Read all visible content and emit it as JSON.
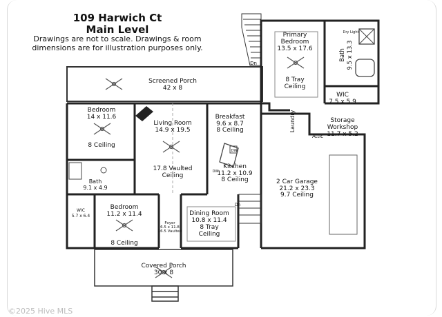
{
  "header": {
    "address": "109 Harwich Ct",
    "level": "Main Level",
    "disclaimer_line1": "Drawings are not to scale. Drawings & room",
    "disclaimer_line2": "dimensions are for illustration purposes only."
  },
  "rooms": {
    "primary_bedroom": {
      "name1": "Primary",
      "name2": "Bedroom",
      "dims": "13.5 x 17.6",
      "ceil1": "8 Tray",
      "ceil2": "Ceiling"
    },
    "bath_primary": {
      "name": "Bath",
      "dims": "9.5 x 13.3"
    },
    "wic_primary": {
      "name": "WIC",
      "dims": "7.5 x 5.9"
    },
    "screened_porch": {
      "name": "Screened Porch",
      "dims": "42 x 8"
    },
    "bedroom_left": {
      "name": "Bedroom",
      "dims": "14 x 11.6",
      "ceil": "8 Ceiling"
    },
    "living_room": {
      "name": "Living Room",
      "dims": "14.9 x 19.5",
      "ceil1": "17.8 Vaulted",
      "ceil2": "Ceiling"
    },
    "breakfast": {
      "name": "Breakfast",
      "dims": "9.6 x 8.7",
      "ceil": "8 Ceiling"
    },
    "laundry": {
      "name": "Laundry"
    },
    "storage_workshop": {
      "name1": "Storage",
      "name2": "Workshop",
      "dims": "11.7 x 5.2"
    },
    "attic": {
      "name": "Attic"
    },
    "kitchen": {
      "name": "Kitchen",
      "dims": "11.2 x 10.9",
      "ceil": "8 Ceiling"
    },
    "garage": {
      "name": "2 Car Garage",
      "dims": "21.2 x 23.3",
      "ceil": "9.7 Ceiling"
    },
    "bath_left": {
      "name": "Bath",
      "dims": "9.1 x 4.9"
    },
    "wic_left": {
      "name": "WIC",
      "dims": "5.7 x 6.4"
    },
    "bedroom_front": {
      "name": "Bedroom",
      "dims": "11.2 x 11.4",
      "ceil": "8 Ceiling"
    },
    "foyer": {
      "name": "Foyer",
      "dims": "6.5 x 11.8",
      "ceil": "16.5 Vaulted"
    },
    "dining_room": {
      "name": "Dining Room",
      "dims": "10.8 x 11.4",
      "ceil1": "8 Tray",
      "ceil2": "Ceiling"
    },
    "covered_porch": {
      "name": "Covered Porch",
      "dims": "30 x 8"
    }
  },
  "labels": {
    "dn_top": "Dn",
    "dn_garage": "Dn",
    "dw": "DW",
    "dw2": "DW",
    "dry_light": "Dry Light"
  },
  "footer": {
    "copyright": "©2025 Hive MLS"
  }
}
